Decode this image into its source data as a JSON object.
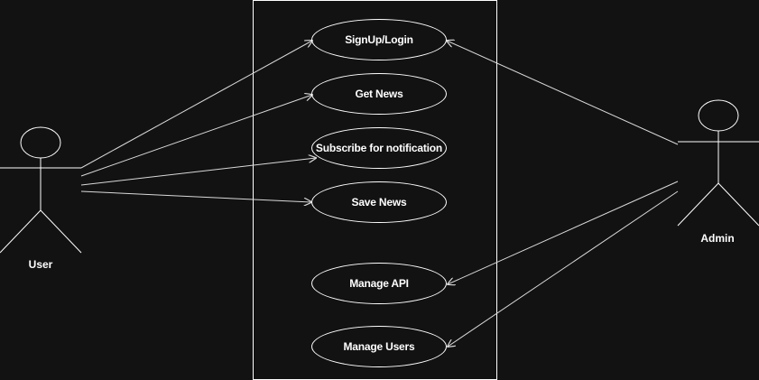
{
  "diagram": {
    "colors": {
      "background": "#121212",
      "stroke": "#ffffff",
      "text": "#ffffff",
      "connector": "#d9d9d9"
    },
    "actors": {
      "user": {
        "label": "User"
      },
      "admin": {
        "label": "Admin"
      }
    },
    "use_cases": [
      {
        "label": "SignUp/Login"
      },
      {
        "label": "Get News"
      },
      {
        "label": "Subscribe for notification"
      },
      {
        "label": "Save News"
      },
      {
        "label": "Manage API"
      },
      {
        "label": "Manage Users"
      }
    ],
    "associations": [
      {
        "from": "User",
        "to": "SignUp/Login"
      },
      {
        "from": "User",
        "to": "Get News"
      },
      {
        "from": "User",
        "to": "Subscribe for notification"
      },
      {
        "from": "User",
        "to": "Save News"
      },
      {
        "from": "Admin",
        "to": "SignUp/Login"
      },
      {
        "from": "Admin",
        "to": "Manage API"
      },
      {
        "from": "Admin",
        "to": "Manage Users"
      }
    ]
  }
}
